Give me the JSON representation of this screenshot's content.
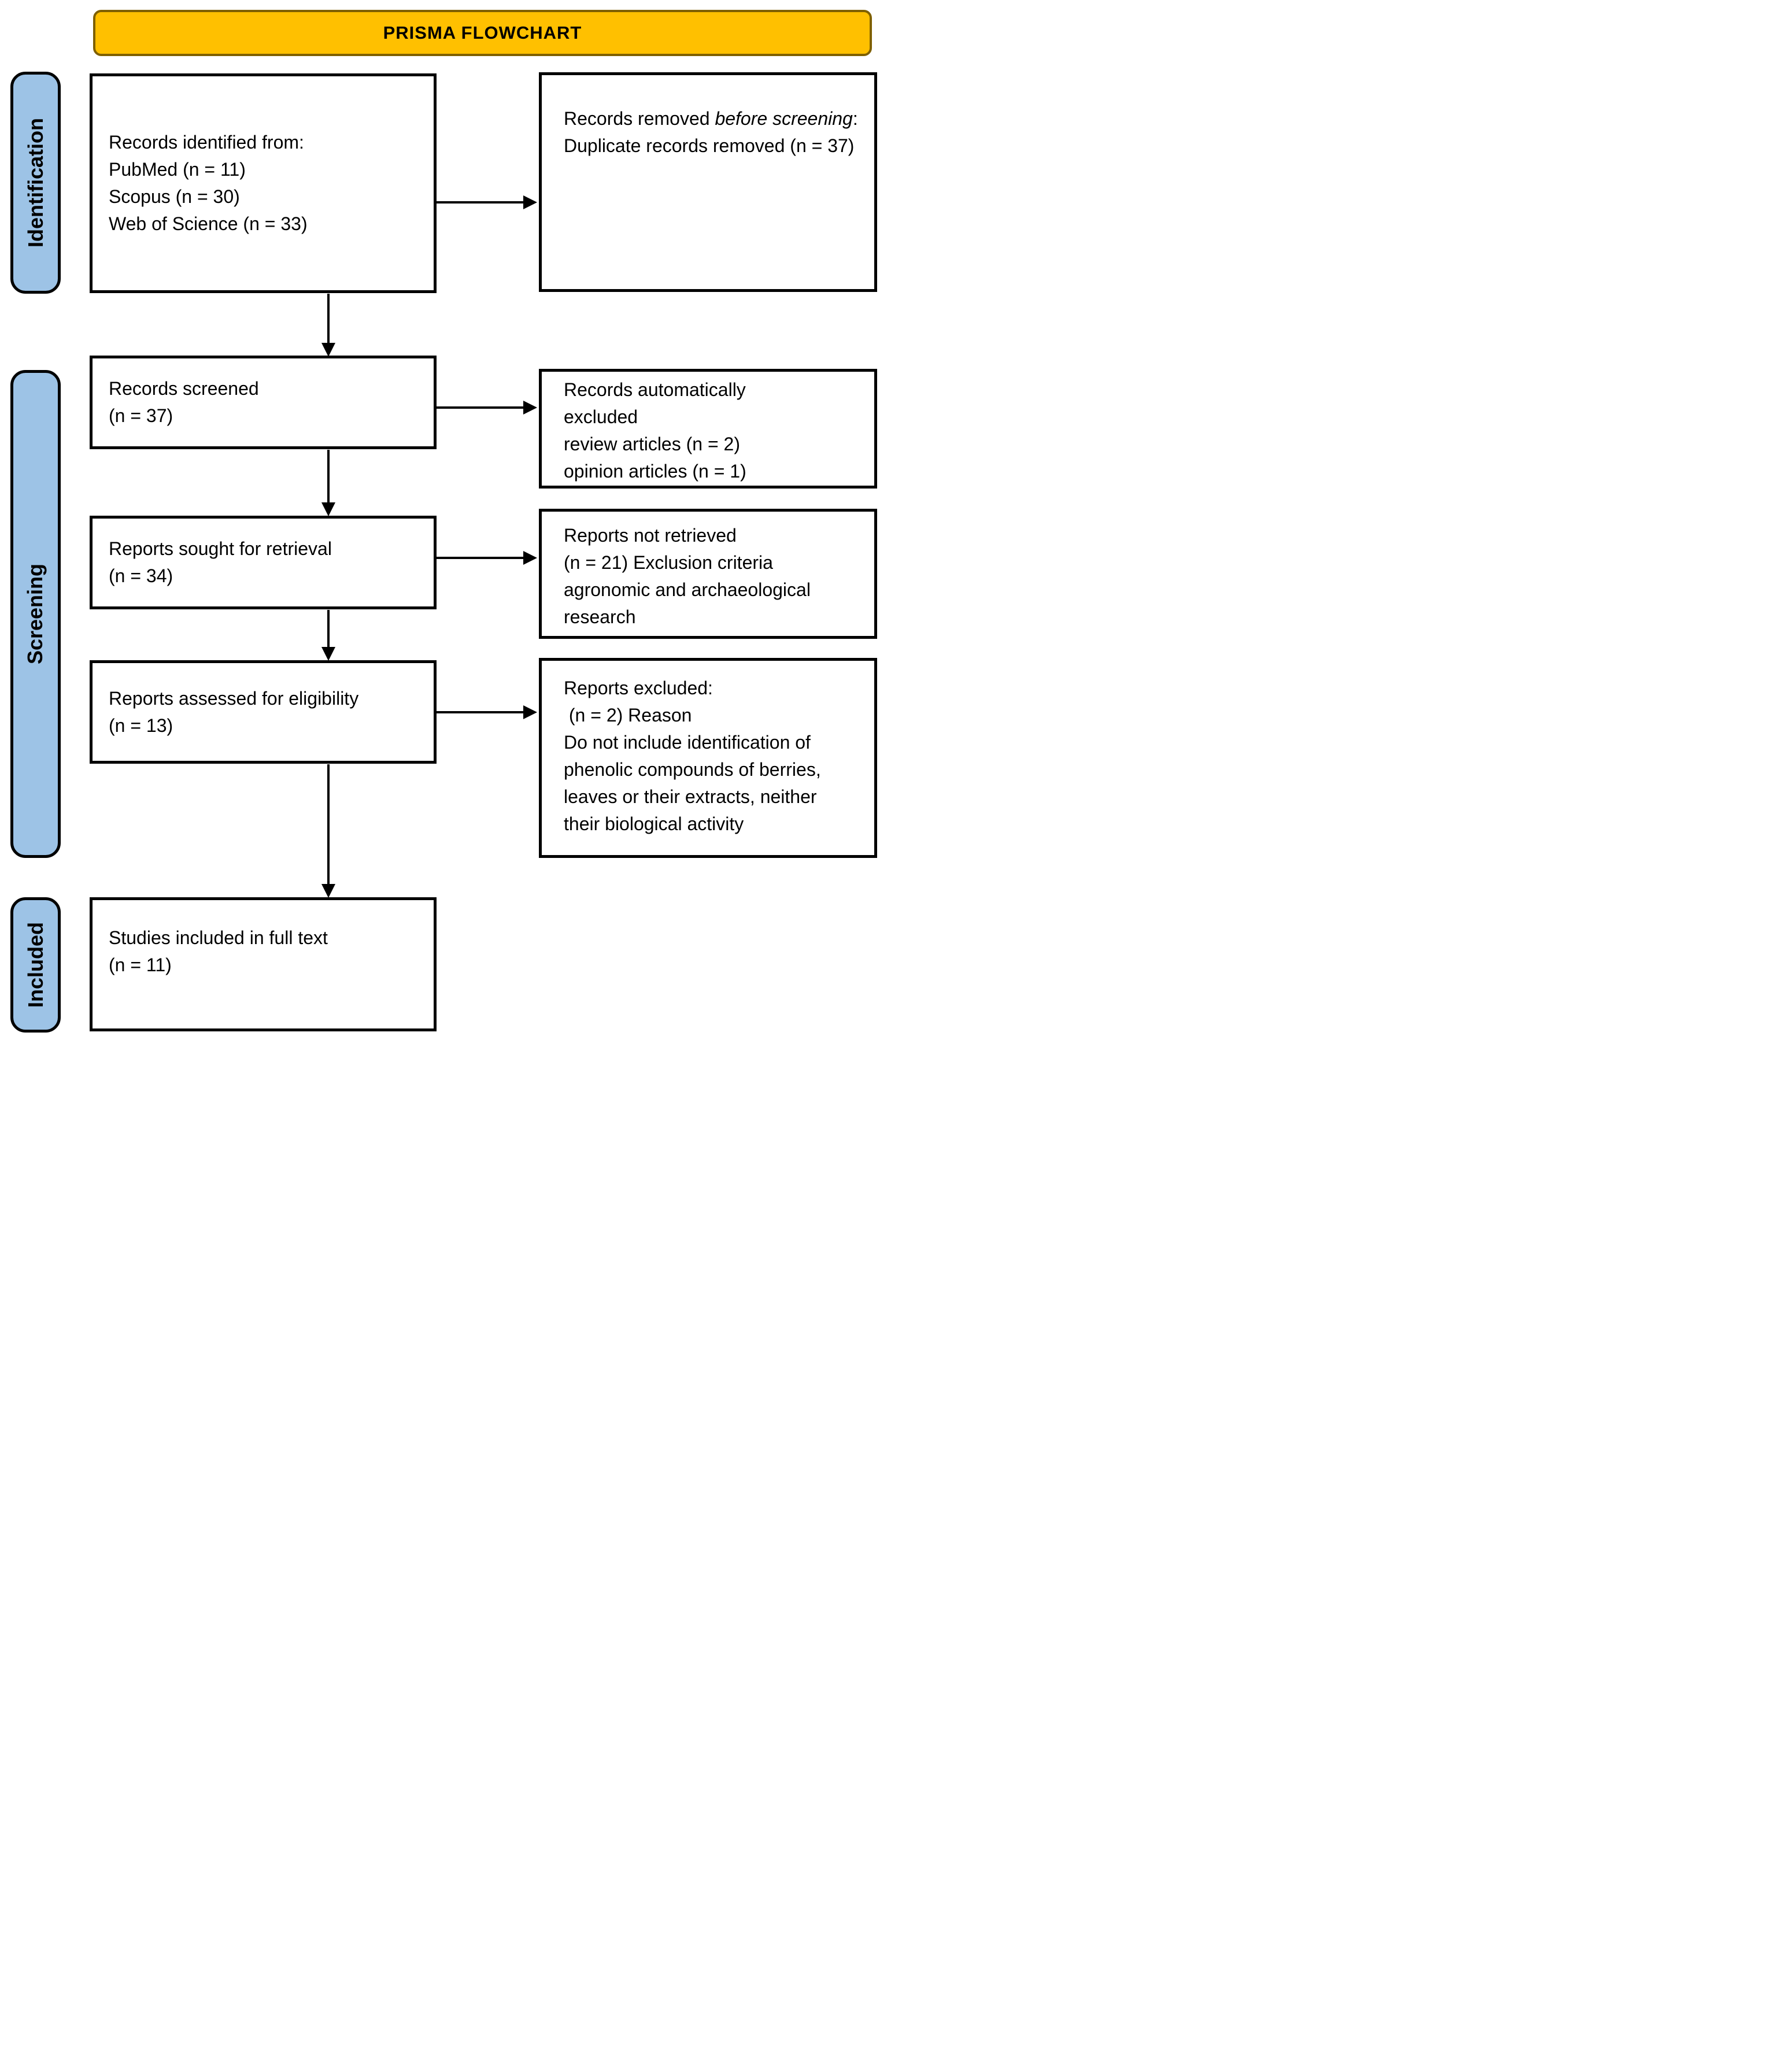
{
  "title": "PRISMA FLOWCHART",
  "stages": [
    {
      "label": "Identification"
    },
    {
      "label": "Screening"
    },
    {
      "label": "Included"
    }
  ],
  "flow_boxes": {
    "records_identified": {
      "lines": [
        "Records identified from:",
        "PubMed (n = 11)",
        "Scopus (n = 30)",
        "Web of Science (n = 33)"
      ]
    },
    "records_removed": {
      "line1_prefix": "Records removed ",
      "line1_italic": "before screening",
      "line1_suffix": ":",
      "line2": "Duplicate records removed  (n = 37)"
    },
    "records_screened": {
      "lines": [
        "Records screened",
        "(n = 37)"
      ]
    },
    "records_auto_excluded": {
      "lines": [
        "Records automatically",
        "excluded",
        "review articles (n = 2)",
        "opinion articles (n = 1)"
      ]
    },
    "reports_sought": {
      "lines": [
        "Reports sought for retrieval",
        "(n = 34)"
      ]
    },
    "reports_not_retrieved": {
      "lines": [
        "Reports not retrieved",
        "(n = 21) Exclusion criteria",
        "agronomic and archaeological",
        "research"
      ]
    },
    "reports_assessed": {
      "lines": [
        "Reports assessed for eligibility",
        "(n = 13)"
      ]
    },
    "reports_excluded": {
      "lines": [
        "Reports excluded:",
        " (n = 2) Reason",
        "Do not include identification of",
        "phenolic compounds of berries,",
        "leaves or their extracts, neither",
        "their biological activity"
      ]
    },
    "studies_included": {
      "lines": [
        "Studies included in full text",
        "(n = 11)"
      ]
    }
  },
  "colors": {
    "banner_fill": "#FFC000",
    "banner_border": "#7F6000",
    "stage_fill": "#9DC3E6",
    "line_color": "#000000"
  }
}
